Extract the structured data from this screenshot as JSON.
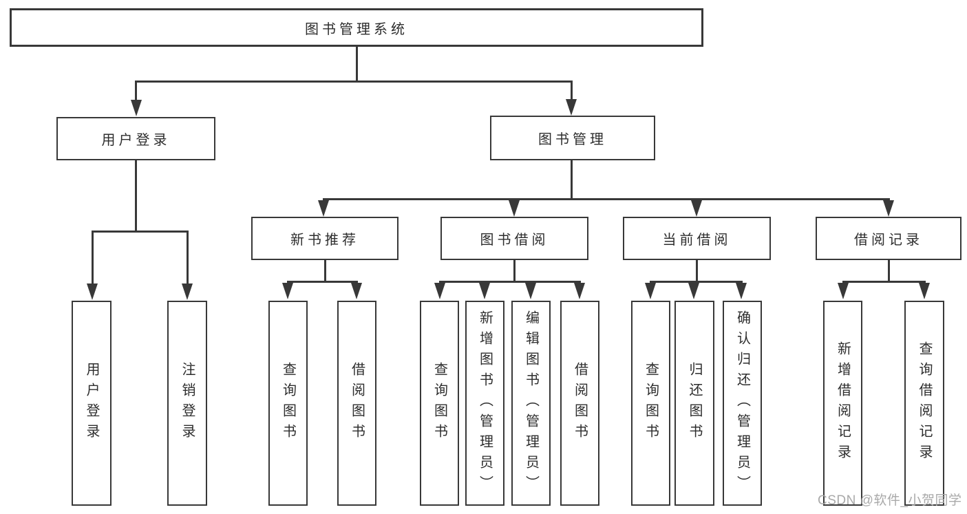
{
  "tree": {
    "root": {
      "label": "图书管理系统"
    },
    "userLogin": {
      "label": "用户登录",
      "children": [
        {
          "label": "用户登录"
        },
        {
          "label": "注销登录"
        }
      ]
    },
    "bookMgmt": {
      "label": "图书管理",
      "sections": [
        {
          "label": "新书推荐",
          "children": [
            {
              "label": "查询图书"
            },
            {
              "label": "借阅图书"
            }
          ]
        },
        {
          "label": "图书借阅",
          "children": [
            {
              "label": "查询图书"
            },
            {
              "label": "新增图书（管理员）"
            },
            {
              "label": "编辑图书（管理员）"
            },
            {
              "label": "借阅图书"
            }
          ]
        },
        {
          "label": "当前借阅",
          "children": [
            {
              "label": "查询图书"
            },
            {
              "label": "归还图书"
            },
            {
              "label": "确认归还（管理员）"
            }
          ]
        },
        {
          "label": "借阅记录",
          "children": [
            {
              "label": "新增借阅记录"
            },
            {
              "label": "查询借阅记录"
            }
          ]
        }
      ]
    }
  },
  "watermark": {
    "text": "CSDN @软件_小贺同学"
  },
  "colors": {
    "line": "#383838",
    "text": "#2d2d2d",
    "box_background": "#ffffff",
    "background": "#ffffff",
    "watermark": "#a9a9a9"
  }
}
